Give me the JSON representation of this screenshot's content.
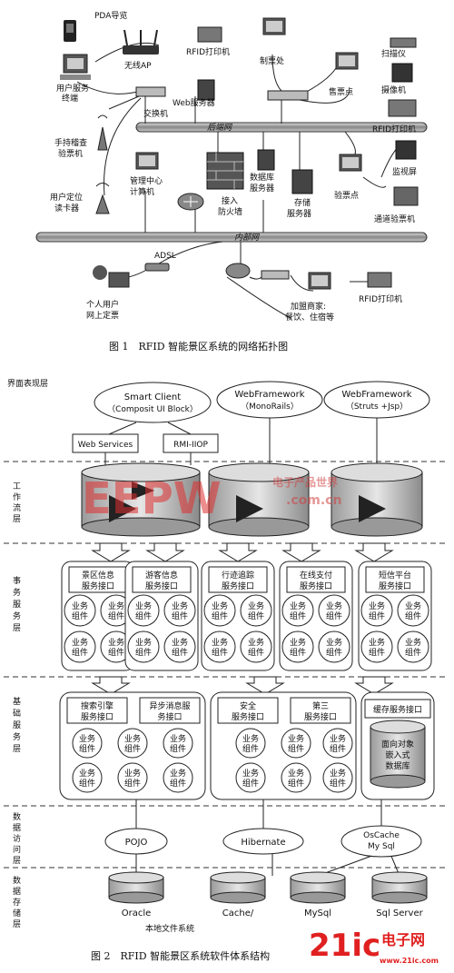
{
  "fig1": {
    "pda_nav": "PDA导览",
    "wireless_ap": "无线AP",
    "user_terminal": [
      "用户服务",
      "终端"
    ],
    "handheld": [
      "手持稽查",
      "验票机"
    ],
    "positioning": [
      "用户定位",
      "读卡器"
    ],
    "switch": "交换机",
    "web_server": "Web服务器",
    "backbone": "后端网",
    "mgmt_center": [
      "管理中心",
      "计算机"
    ],
    "firewall": [
      "接入",
      "防火墙"
    ],
    "db_server": [
      "数据库",
      "服务器"
    ],
    "storage_server": [
      "存储",
      "服务器"
    ],
    "rfid_printer_top": "RFID打印机",
    "office": "制票处",
    "ticket_point": "售票点",
    "scanner": "扫描仪",
    "camera": "摄像机",
    "rfid_printer_right": "RFID打印机",
    "check_point": "验票点",
    "monitor": "监视屏",
    "gate_machine": "通道验票机",
    "intranet": "内部网",
    "adsl": "ADSL",
    "personal_user": [
      "个人用户",
      "网上定票"
    ],
    "merchants": [
      "加盟商家:",
      "餐饮、住宿等"
    ],
    "rfid_printer_bottom": "RFID打印机",
    "caption": "图 1　RFID 智能景区系统的网络拓扑图"
  },
  "fig2": {
    "layers": {
      "ui": "界面表现层",
      "workflow": [
        "工",
        "作",
        "流",
        "层"
      ],
      "business": [
        "事",
        "务",
        "服",
        "务",
        "层"
      ],
      "base": [
        "基",
        "础",
        "服",
        "务",
        "层"
      ],
      "data_access": [
        "数",
        "据",
        "访",
        "问",
        "层"
      ],
      "data_storage": [
        "数",
        "据",
        "存",
        "储",
        "层"
      ]
    },
    "clients": [
      {
        "line1": "Smart Client",
        "line2": "（Composit UI Block）"
      },
      {
        "line1": "WebFramework",
        "line2": "（MonoRails）"
      },
      {
        "line1": "WebFramework",
        "line2": "（Struts +Jsp）"
      }
    ],
    "protocols": [
      "Web Services",
      "RMI-IIOP"
    ],
    "business_services": [
      [
        "景区信息",
        "服务接口"
      ],
      [
        "游客信息",
        "服务接口"
      ],
      [
        "行迹追踪",
        "服务接口"
      ],
      [
        "在线支付",
        "服务接口"
      ],
      [
        "短信平台",
        "服务接口"
      ]
    ],
    "component": [
      "业务",
      "组件"
    ],
    "base_services": [
      [
        "搜索引擎",
        "服务接口"
      ],
      [
        "异步消息服",
        "务接口"
      ],
      [
        "安全",
        "服务接口"
      ],
      [
        "第三",
        "服务接口"
      ],
      [
        "缓存服务接口"
      ]
    ],
    "oodb": [
      "面向对象",
      "嵌入式",
      "数据库"
    ],
    "access": [
      {
        "line1": "POJO"
      },
      {
        "line1": "Hibernate"
      },
      {
        "line1": "OsCache",
        "line2": "My Sql"
      }
    ],
    "stores": [
      "Oracle",
      "Cache/",
      "MySql",
      "Sql Server"
    ],
    "local_fs": "本地文件系统",
    "caption": "图 2　RFID 智能景区系统软件体系结构",
    "watermark": "EEPW",
    "watermark_sub": "电子产品世界",
    "watermark_url": ".com.cn",
    "logo": "21ic",
    "logo_cn": "电子网"
  }
}
